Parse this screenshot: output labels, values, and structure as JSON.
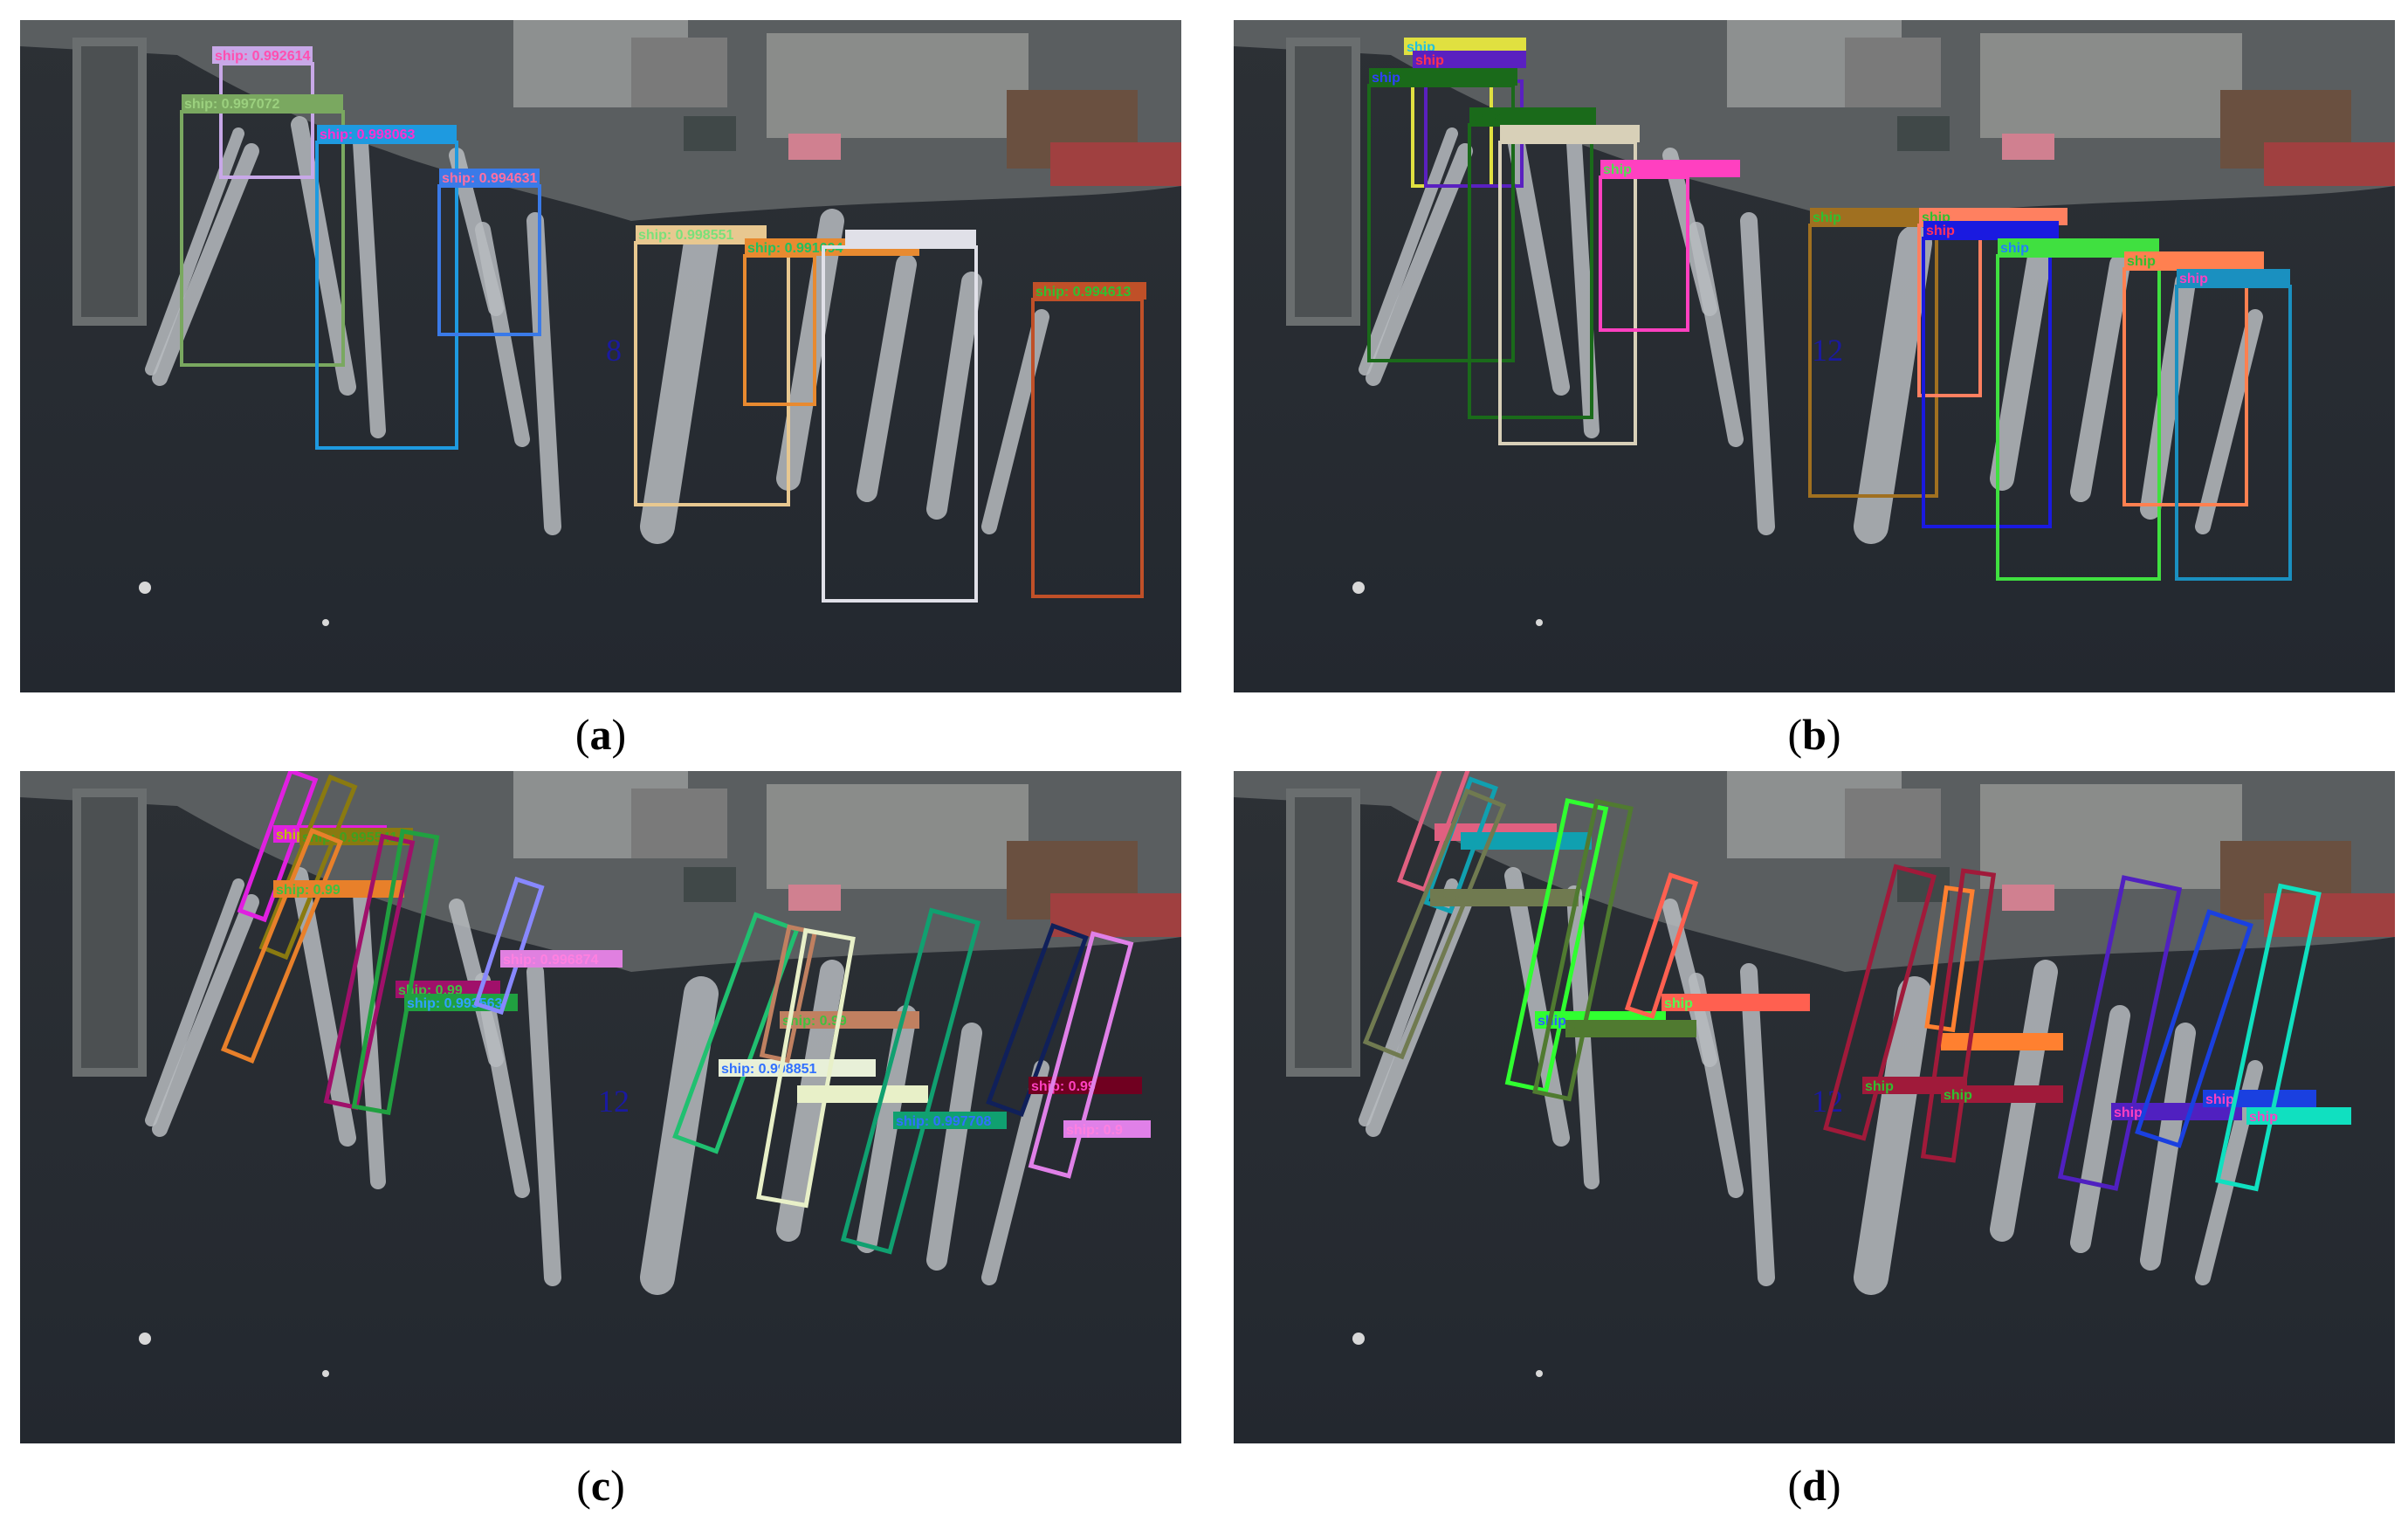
{
  "colors": {
    "water": "#23282f",
    "shore": "#5a5e60",
    "count": "#1a1aa0"
  },
  "panels": [
    {
      "id": "a",
      "caption_letter": "a",
      "count": "8",
      "detections": [
        {
          "label": "ship: 0.992614",
          "color": "#c8a8e8",
          "label_bg": "#c8a8e8",
          "label_color": "#ff4fb0"
        },
        {
          "label": "ship: 0.997072",
          "color": "#7aa860",
          "label_bg": "#7aa860",
          "label_color": "#9bd07e"
        },
        {
          "label": "ship: 0.998063",
          "color": "#1e9ae0",
          "label_bg": "#1e9ae0",
          "label_color": "#ff2fd0"
        },
        {
          "label": "ship: 0.994631",
          "color": "#3a7ae8",
          "label_bg": "#3a7ae8",
          "label_color": "#ff6fa0"
        },
        {
          "label": "ship: 0.998551",
          "color": "#e8c890",
          "label_bg": "#e8c890",
          "label_color": "#7ae07a"
        },
        {
          "label": "ship: 0.991094",
          "color": "#e88a30",
          "label_bg": "#e88a30",
          "label_color": "#20c060"
        },
        {
          "label": "",
          "color": "#e0e0e8",
          "label_bg": "#e0e0e8",
          "label_color": "#e0e0e8"
        },
        {
          "label": "ship: 0.994613",
          "color": "#c05028",
          "label_bg": "#c05028",
          "label_color": "#30c030"
        }
      ]
    },
    {
      "id": "b",
      "caption_letter": "b",
      "count": "12",
      "detections": [
        {
          "label": "ship",
          "color": "#e0e040",
          "label_bg": "#e0e040",
          "label_color": "#20c0e0"
        },
        {
          "label": "ship",
          "color": "#5a20c0",
          "label_bg": "#5a20c0",
          "label_color": "#ff3050"
        },
        {
          "label": "ship",
          "color": "#1a6a1a",
          "label_bg": "#1a6a1a",
          "label_color": "#3040ff"
        },
        {
          "label": "ship",
          "color": "#1a6a1a",
          "label_bg": "#1a6a1a",
          "label_color": "#1a6a1a"
        },
        {
          "label": "ship",
          "color": "#d8d0b8",
          "label_bg": "#d8d0b8",
          "label_color": "#d8d0b8"
        },
        {
          "label": "ship",
          "color": "#ff40c0",
          "label_bg": "#ff40c0",
          "label_color": "#50e050"
        },
        {
          "label": "ship",
          "color": "#a07020",
          "label_bg": "#a07020",
          "label_color": "#30c030"
        },
        {
          "label": "ship",
          "color": "#ff8060",
          "label_bg": "#ff8060",
          "label_color": "#30c030"
        },
        {
          "label": "ship",
          "color": "#1a1ae0",
          "label_bg": "#1a1ae0",
          "label_color": "#ff3060"
        },
        {
          "label": "ship",
          "color": "#40e040",
          "label_bg": "#40e040",
          "label_color": "#2080ff"
        },
        {
          "label": "ship",
          "color": "#ff8050",
          "label_bg": "#ff8050",
          "label_color": "#30c030"
        },
        {
          "label": "ship",
          "color": "#1a90c0",
          "label_bg": "#1a90c0",
          "label_color": "#ff40c0"
        }
      ]
    },
    {
      "id": "c",
      "caption_letter": "c",
      "count": "12",
      "detections": [
        {
          "label": "ship: 0.997228",
          "color": "#e020e0",
          "label_bg": "#e020e0",
          "label_color": "#c0c000"
        },
        {
          "label": "ship: 0.995541",
          "color": "#8a7a10",
          "label_bg": "#8a7a10",
          "label_color": "#40a020"
        },
        {
          "label": "ship: 0.99",
          "color": "#e8802a",
          "label_bg": "#e8802a",
          "label_color": "#40c040"
        },
        {
          "label": "ship: 0.99",
          "color": "#a0106a",
          "label_bg": "#a0106a",
          "label_color": "#40c040"
        },
        {
          "label": "ship: 0.993563",
          "color": "#20a040",
          "label_bg": "#20a040",
          "label_color": "#30a0ff"
        },
        {
          "label": "ship: 0.996874",
          "color": "#8888ff",
          "label_bg": "#e080e0",
          "label_color": "#ff80e0"
        },
        {
          "label": "ship: 0.998851",
          "color": "#20c070",
          "label_bg": "#e8f0d8",
          "label_color": "#3070ff"
        },
        {
          "label": "ship: 0.99",
          "color": "#c08060",
          "label_bg": "#c08060",
          "label_color": "#40c040"
        },
        {
          "label": "ship: 0.99",
          "color": "#e8f0c8",
          "label_bg": "#e8f0c8",
          "label_color": "#e8f0c8"
        },
        {
          "label": "ship: 0.997708",
          "color": "#10a070",
          "label_bg": "#10a070",
          "label_color": "#3070ff"
        },
        {
          "label": "ship: 0.99",
          "color": "#10205a",
          "label_bg": "#700020",
          "label_color": "#ff40c0"
        },
        {
          "label": "ship: 0.9",
          "color": "#e080e8",
          "label_bg": "#e080e8",
          "label_color": "#ff80e0"
        }
      ]
    },
    {
      "id": "d",
      "caption_letter": "d",
      "count": "12",
      "detections": [
        {
          "label": "ship",
          "color": "#e06080",
          "label_bg": "#e06080",
          "label_color": "#e06080"
        },
        {
          "label": "ship",
          "color": "#10a0b0",
          "label_bg": "#10a0b0",
          "label_color": "#10a0b0"
        },
        {
          "label": "ship",
          "color": "#707a50",
          "label_bg": "#707a50",
          "label_color": "#707a50"
        },
        {
          "label": "ship",
          "color": "#30ff30",
          "label_bg": "#30ff30",
          "label_color": "#3060ff"
        },
        {
          "label": "ship",
          "color": "#507a30",
          "label_bg": "#507a30",
          "label_color": "#507a30"
        },
        {
          "label": "ship",
          "color": "#ff6050",
          "label_bg": "#ff6050",
          "label_color": "#50ff50"
        },
        {
          "label": "ship",
          "color": "#a01a3a",
          "label_bg": "#a01a3a",
          "label_color": "#30c030"
        },
        {
          "label": "ship",
          "color": "#ff8030",
          "label_bg": "#ff8030",
          "label_color": "#ff8030"
        },
        {
          "label": "ship",
          "color": "#a01a3a",
          "label_bg": "#a01a3a",
          "label_color": "#30c030"
        },
        {
          "label": "ship",
          "color": "#5020c0",
          "label_bg": "#5020c0",
          "label_color": "#ff40c0"
        },
        {
          "label": "ship",
          "color": "#1a40e0",
          "label_bg": "#1a40e0",
          "label_color": "#ff40c0"
        },
        {
          "label": "ship",
          "color": "#10e0c0",
          "label_bg": "#10e0c0",
          "label_color": "#ff40c0"
        }
      ]
    }
  ]
}
